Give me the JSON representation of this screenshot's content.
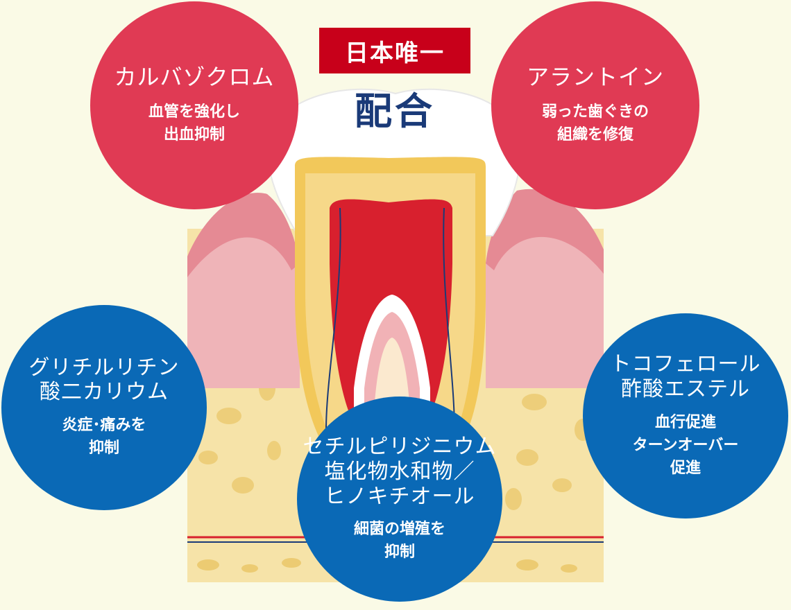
{
  "header": {
    "badge": "日本唯一",
    "headline": "配合"
  },
  "ingredients": [
    {
      "name": "カルバゾクロム",
      "effect": "血管を強化し\n出血抑制",
      "color": "#e03a54"
    },
    {
      "name": "アラントイン",
      "effect": "弱った歯ぐきの\n組織を修復",
      "color": "#e03a54"
    },
    {
      "name": "グリチルリチン\n酸二カリウム",
      "effect": "炎症･痛みを\n抑制",
      "color": "#0a69b6"
    },
    {
      "name": "トコフェロール\n酢酸エステル",
      "effect": "血行促進\nターンオーバー\n促進",
      "color": "#0a69b6"
    },
    {
      "name": "セチルピリジニウム\n塩化物水和物／\nヒノキチオール",
      "effect": "細菌の増殖を\n抑制",
      "color": "#0a69b6"
    }
  ],
  "colors": {
    "background": "#fafae6",
    "badge": "#c8001a",
    "headline": "#1a3a78",
    "gum": "#e89aa2",
    "bone": "#f3d98a",
    "enamel": "#ffffff",
    "dentin": "#f2c85a",
    "pulp": "#d8202e"
  }
}
